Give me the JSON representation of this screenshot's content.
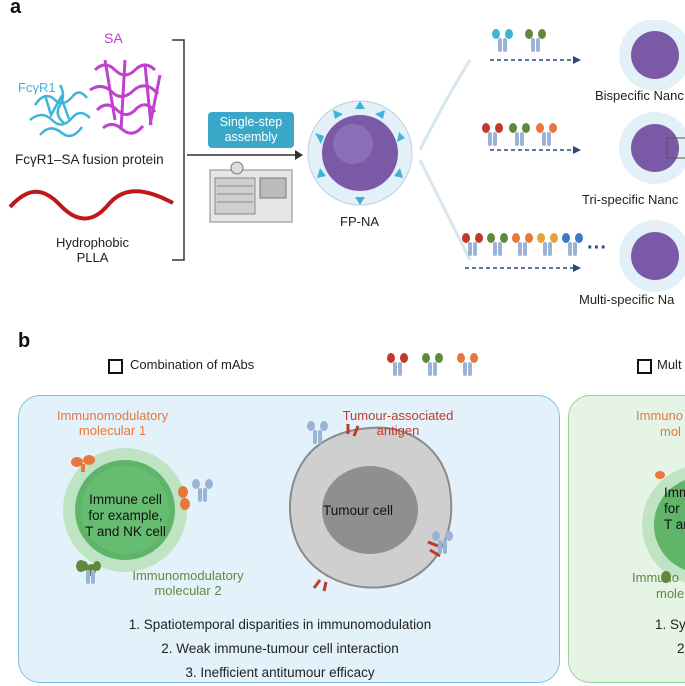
{
  "panel_a": {
    "letter": "a",
    "sa_label": "SA",
    "fcyr1_label": "FcγR1",
    "fusion_label": "FcγR1–SA fusion protein",
    "plla_label_line1": "Hydrophobic",
    "plla_label_line2": "PLLA",
    "assembly_line1": "Single-step",
    "assembly_line2": "assembly",
    "fpna_label": "FP-NA",
    "outputs": [
      "Bispecific Nanc",
      "Tri-specific Nanc",
      "Multi-specific Na"
    ],
    "ellipsis": "···"
  },
  "panel_b": {
    "letter": "b",
    "left_header": "Combination of mAbs",
    "right_header": "Mult",
    "immuno1_line1": "Immunomodulatory",
    "immuno1_line2": "molecular 1",
    "immuno2_line1": "Immunomodulatory",
    "immuno2_line2": "molecular 2",
    "immune_cell_lines": [
      "Immune cell",
      "for example,",
      "T and NK cell"
    ],
    "tumour_antigen_line1": "Tumour-associated",
    "tumour_antigen_line2": "antigen",
    "tumour_cell": "Tumour cell",
    "points": [
      "1. Spatiotemporal disparities in immunomodulation",
      "2. Weak immune-tumour cell interaction",
      "3. Inefficient antitumour efficacy"
    ],
    "right_immuno_top_line1": "Immuno",
    "right_immuno_top_line2": "mol",
    "right_cell_lines": [
      "Imm",
      "for",
      "T an"
    ],
    "right_immuno_bottom_line1": "Immuno",
    "right_immuno_bottom_line2": "mole",
    "right_points": [
      "1. Sy",
      "2"
    ]
  },
  "colors": {
    "sa_magenta": "#c040d0",
    "fcyr1_cyan": "#3fb4d8",
    "plla_red": "#c01818",
    "assembly_box": "#3aa6c8",
    "nano_purple": "#7a5aa6",
    "immuno1_orange": "#e8773a",
    "immuno2_green": "#5f8a3c",
    "tumour_red": "#c0392b",
    "left_panel_bg": "#e3f2fa",
    "right_panel_bg": "#e6f4e6"
  }
}
